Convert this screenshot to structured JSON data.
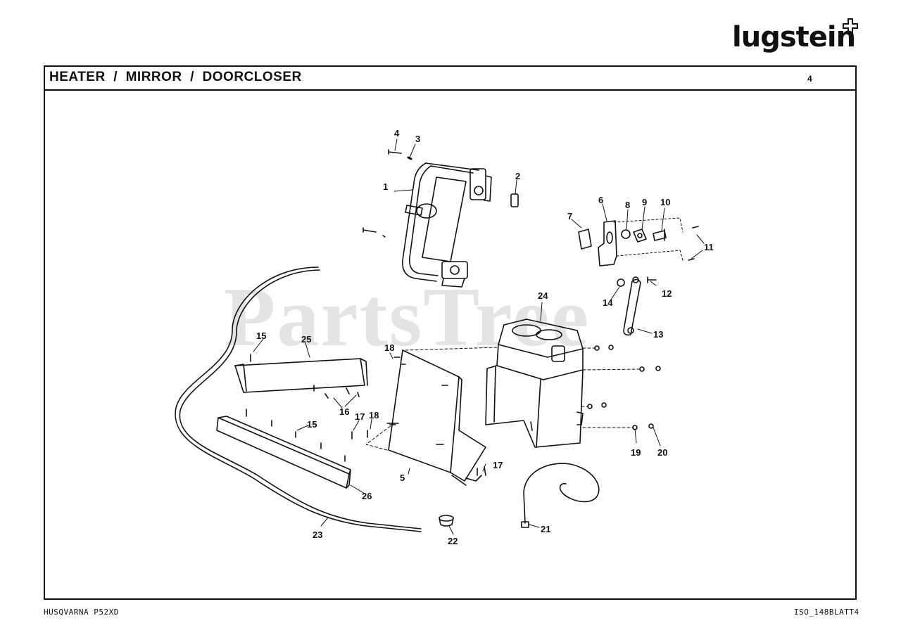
{
  "brand": {
    "logo_text": "lugstein"
  },
  "header": {
    "title": "HEATER  /  MIRROR  /  DOORCLOSER",
    "page_number": "4"
  },
  "watermark": "PartsTree",
  "footer": {
    "model": "HUSQVARNA P52XD",
    "sheet_id": "ISO_148BLATT4"
  },
  "callouts": {
    "c1": "1",
    "c2": "2",
    "c3": "3",
    "c4": "4",
    "c5": "5",
    "c6": "6",
    "c7": "7",
    "c8": "8",
    "c9": "9",
    "c10": "10",
    "c11": "11",
    "c12": "12",
    "c13": "13",
    "c14": "14",
    "c15a": "15",
    "c15b": "15",
    "c16": "16",
    "c17a": "17",
    "c17b": "17",
    "c18a": "18",
    "c18b": "18",
    "c19": "19",
    "c20": "20",
    "c21": "21",
    "c22": "22",
    "c23": "23",
    "c24": "24",
    "c25": "25",
    "c26": "26"
  }
}
